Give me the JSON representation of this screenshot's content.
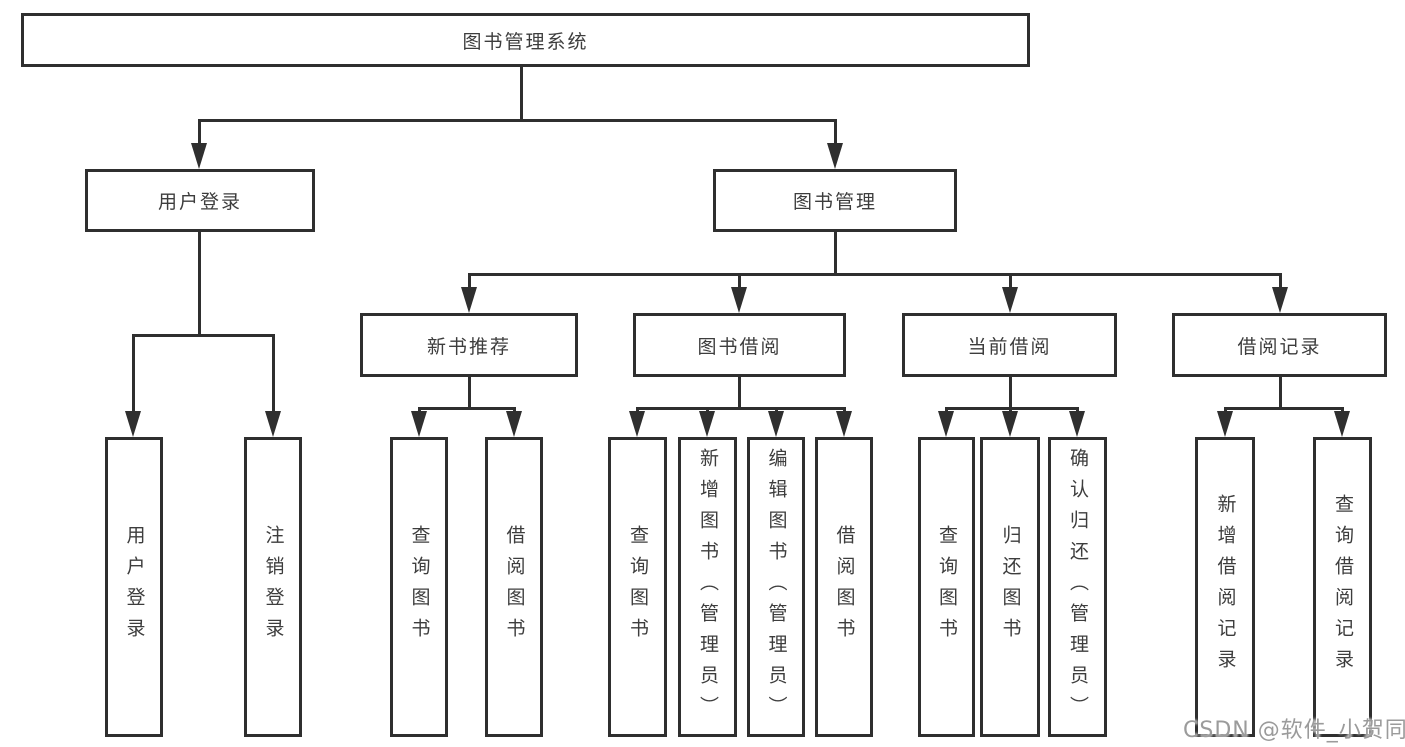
{
  "diagram": {
    "title": "图书管理系统",
    "level2": {
      "user_login": "用户登录",
      "book_mgmt": "图书管理"
    },
    "level3": {
      "new_books": "新书推荐",
      "book_borrow": "图书借阅",
      "current_borrow": "当前借阅",
      "borrow_records": "借阅记录"
    },
    "leaves": {
      "user_login": [
        "用户登录",
        "注销登录"
      ],
      "new_books": [
        "查询图书",
        "借阅图书"
      ],
      "book_borrow": [
        "查询图书",
        "新增图书（管理员）",
        "编辑图书（管理员）",
        "借阅图书"
      ],
      "current_borrow": [
        "查询图书",
        "归还图书",
        "确认归还（管理员）"
      ],
      "borrow_records": [
        "新增借阅记录",
        "查询借阅记录"
      ]
    },
    "watermark": "CSDN @软件_小贺同学",
    "colors": {
      "line": "#2f2f2f",
      "text": "#3d3d3d",
      "watermark": "#9b9b9b",
      "background": "#ffffff"
    }
  }
}
